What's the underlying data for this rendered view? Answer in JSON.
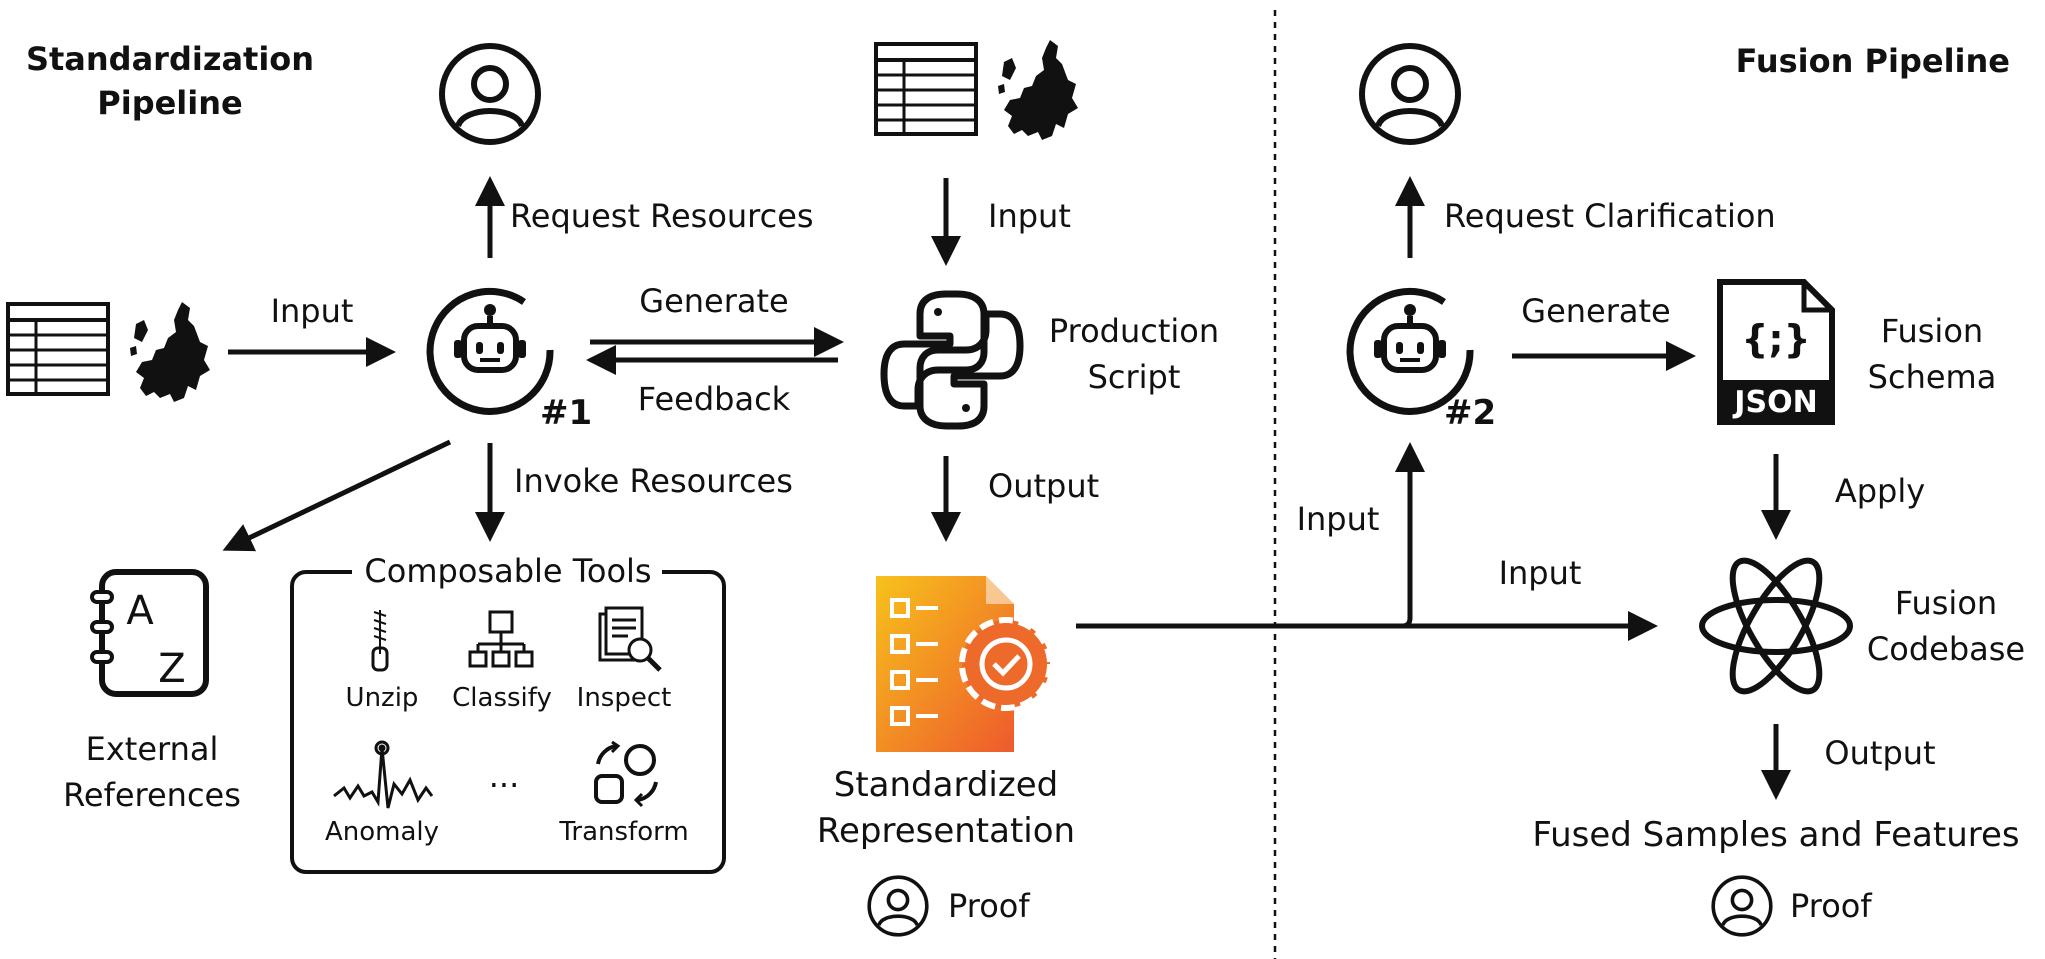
{
  "left_pipeline": {
    "title_line1": "Standardization",
    "title_line2": "Pipeline",
    "input_label": "Input",
    "request_label": "Request Resources",
    "generate_label": "Generate",
    "feedback_label": "Feedback",
    "invoke_label": "Invoke Resources",
    "agent_tag": "#1",
    "top_input_label": "Input",
    "script_line1": "Production",
    "script_line2": "Script",
    "output_label": "Output",
    "ext_ref_line1": "External",
    "ext_ref_line2": "References",
    "az_letter_a": "A",
    "az_letter_z": "Z",
    "tools": {
      "title": "Composable Tools",
      "unzip": "Unzip",
      "classify": "Classify",
      "inspect": "Inspect",
      "anomaly": "Anomaly",
      "ellipsis": "···",
      "transform": "Transform"
    },
    "std_line1": "Standardized",
    "std_line2": "Representation",
    "proof": "Proof"
  },
  "right_pipeline": {
    "title": "Fusion Pipeline",
    "request_label": "Request Clarification",
    "agent_tag": "#2",
    "generate_label": "Generate",
    "schema_line1": "Fusion",
    "schema_line2": "Schema",
    "json_badge": "JSON",
    "json_braces": "{;}",
    "apply_label": "Apply",
    "input_up_label": "Input",
    "input_right_label": "Input",
    "codebase_line1": "Fusion",
    "codebase_line2": "Codebase",
    "output_label": "Output",
    "fused_label": "Fused Samples and Features",
    "proof": "Proof"
  },
  "colors": {
    "ink": "#111111",
    "gradient_start": "#f7c21b",
    "gradient_end": "#ee5a2c"
  }
}
